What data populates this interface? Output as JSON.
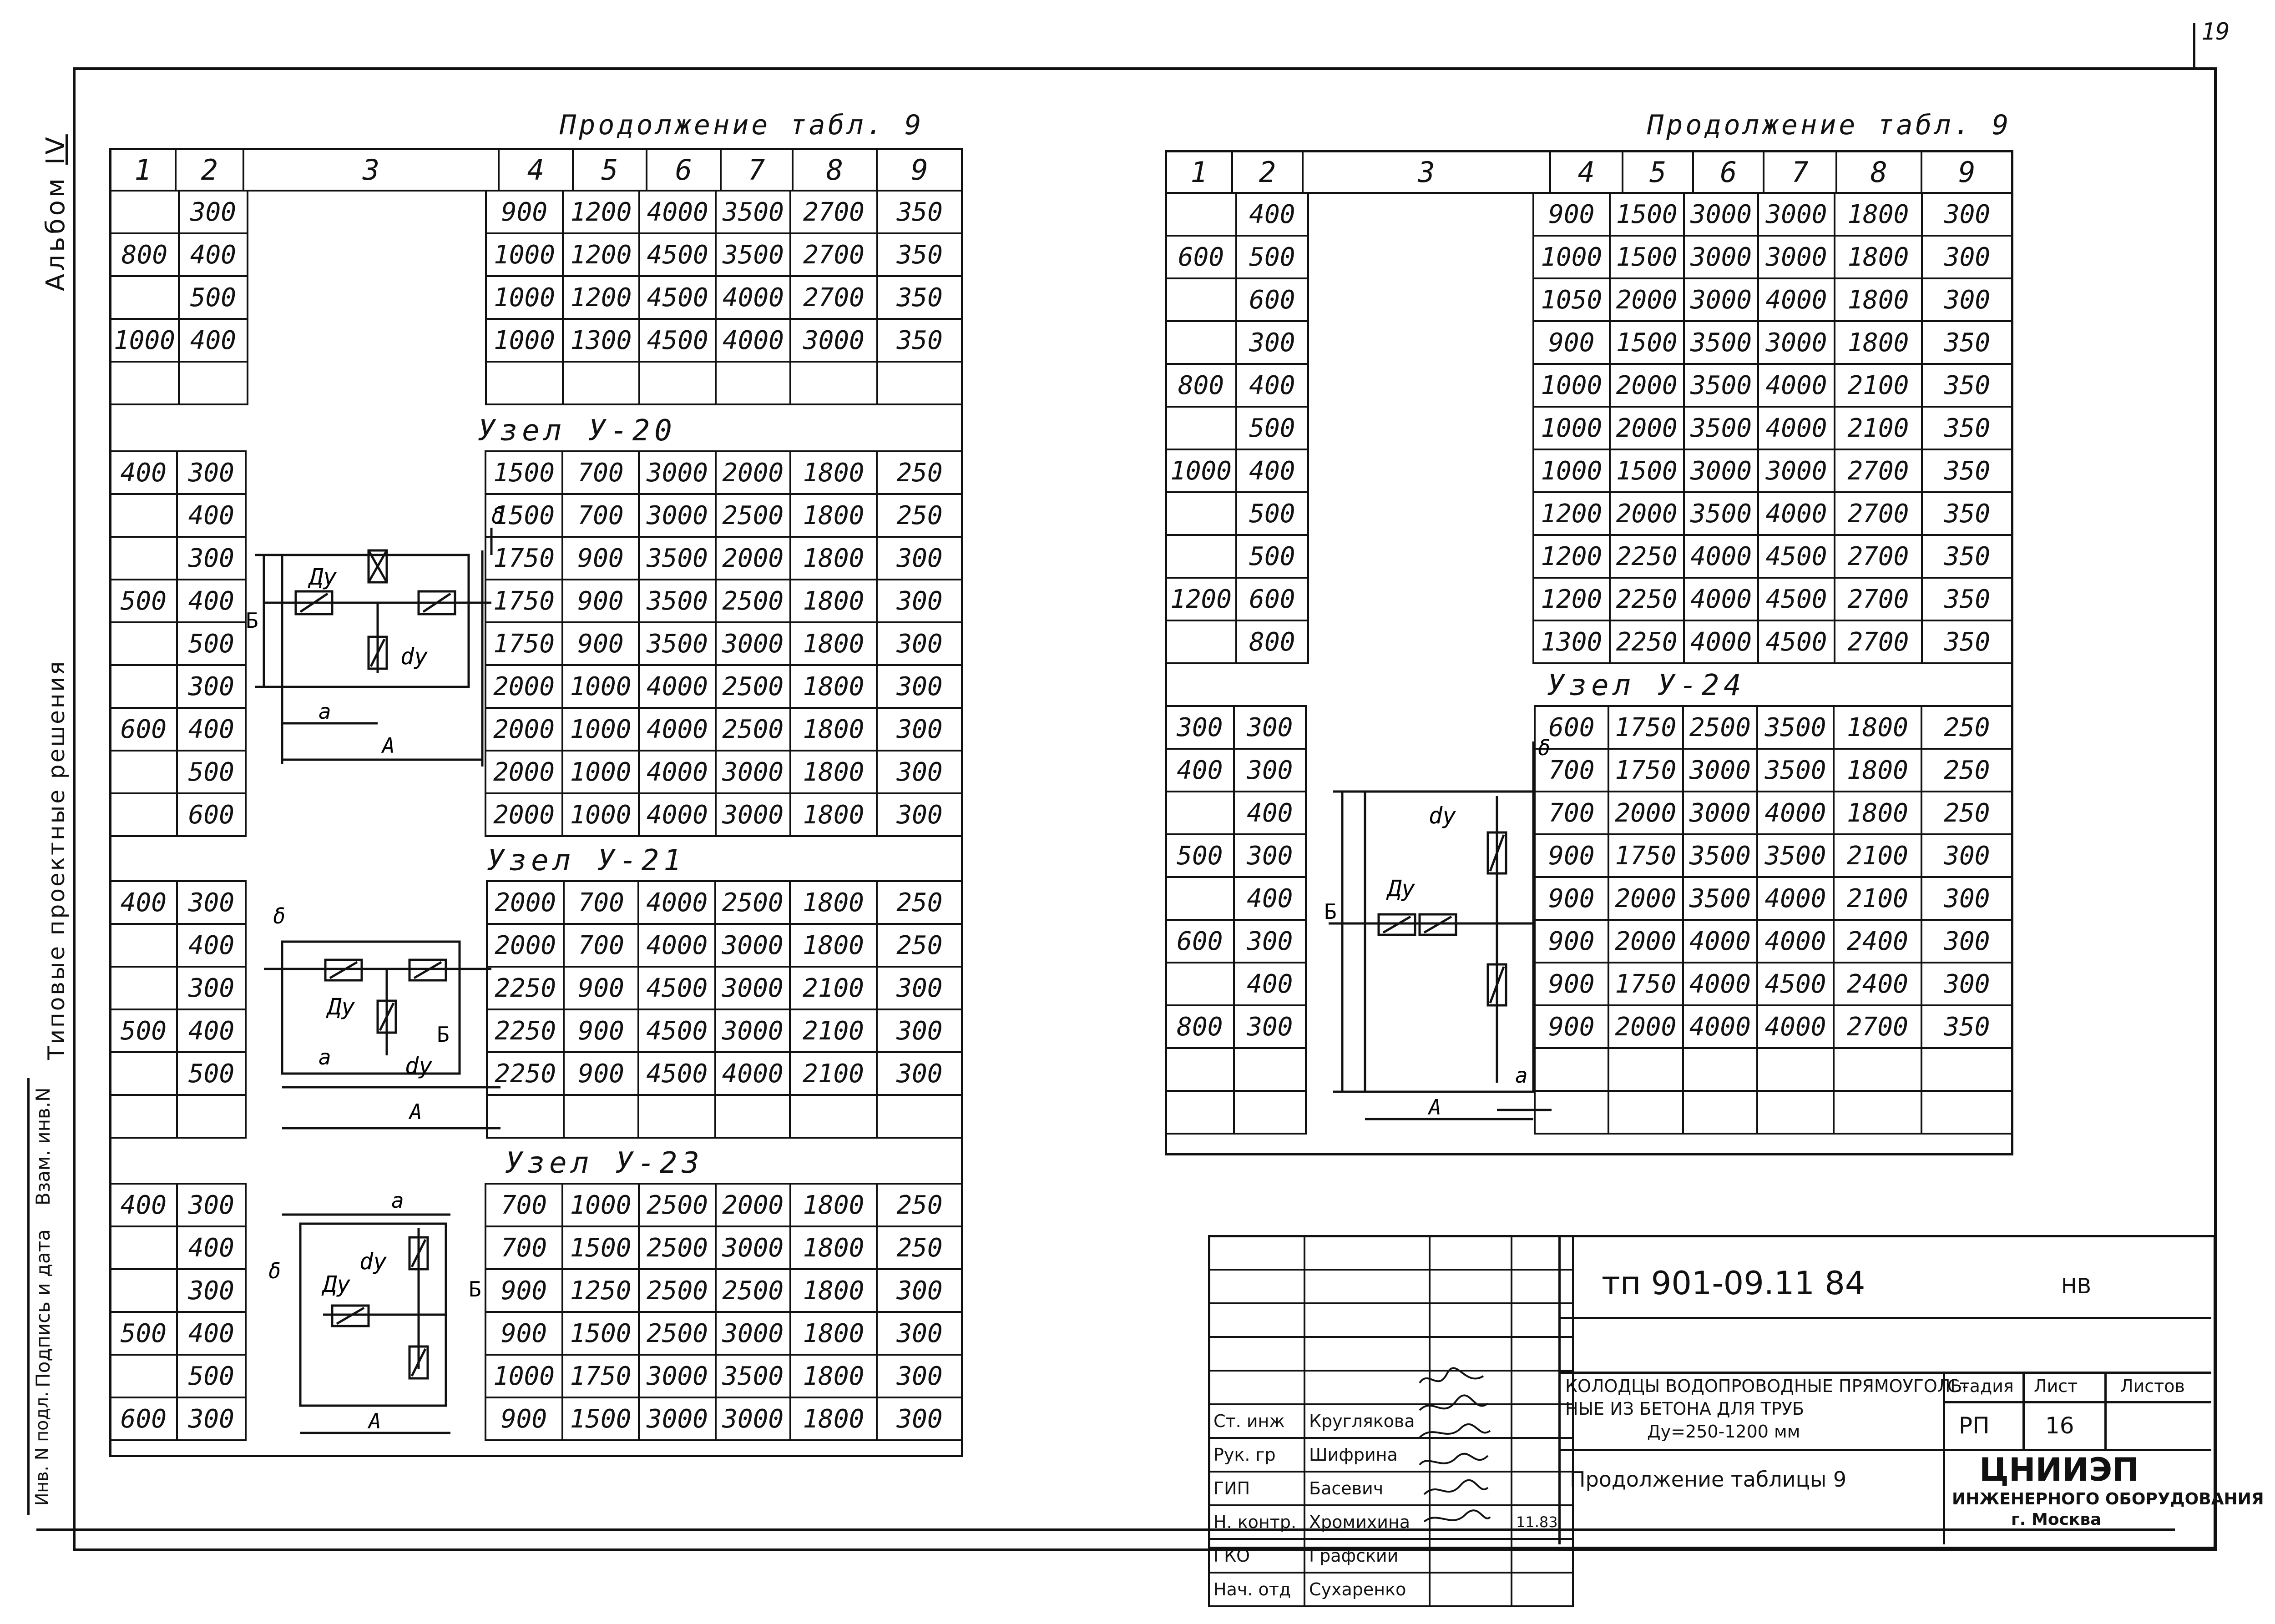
{
  "sheet_corner_number": "19",
  "side": {
    "album": "Альбом",
    "album_num": "IV",
    "series": "Типовые проектные решения",
    "vzam": "Взам. инв.N",
    "podpis": "Подпись и дата",
    "inv": "Инв. N подл."
  },
  "left": {
    "header": "Продолжение табл. 9",
    "columns": [
      "1",
      "2",
      "3",
      "4",
      "5",
      "6",
      "7",
      "8",
      "9"
    ],
    "first_block": [
      [
        "",
        "300",
        "900",
        "1200",
        "4000",
        "3500",
        "2700",
        "350"
      ],
      [
        "800",
        "400",
        "1000",
        "1200",
        "4500",
        "3500",
        "2700",
        "350"
      ],
      [
        "",
        "500",
        "1000",
        "1200",
        "4500",
        "4000",
        "2700",
        "350"
      ],
      [
        "1000",
        "400",
        "1000",
        "1300",
        "4500",
        "4000",
        "3000",
        "350"
      ],
      [
        "",
        "",
        "",
        "",
        "",
        "",
        "",
        ""
      ]
    ],
    "node_u20": {
      "title": "Узел  У-20",
      "rows": [
        [
          "400",
          "300",
          "1500",
          "700",
          "3000",
          "2000",
          "1800",
          "250"
        ],
        [
          "",
          "400",
          "1500",
          "700",
          "3000",
          "2500",
          "1800",
          "250"
        ],
        [
          "",
          "300",
          "1750",
          "900",
          "3500",
          "2000",
          "1800",
          "300"
        ],
        [
          "500",
          "400",
          "1750",
          "900",
          "3500",
          "2500",
          "1800",
          "300"
        ],
        [
          "",
          "500",
          "1750",
          "900",
          "3500",
          "3000",
          "1800",
          "300"
        ],
        [
          "",
          "300",
          "2000",
          "1000",
          "4000",
          "2500",
          "1800",
          "300"
        ],
        [
          "600",
          "400",
          "2000",
          "1000",
          "4000",
          "2500",
          "1800",
          "300"
        ],
        [
          "",
          "500",
          "2000",
          "1000",
          "4000",
          "3000",
          "1800",
          "300"
        ],
        [
          "",
          "600",
          "2000",
          "1000",
          "4000",
          "3000",
          "1800",
          "300"
        ]
      ]
    },
    "node_u21": {
      "title": "Узел У-21",
      "rows": [
        [
          "400",
          "300",
          "2000",
          "700",
          "4000",
          "2500",
          "1800",
          "250"
        ],
        [
          "",
          "400",
          "2000",
          "700",
          "4000",
          "3000",
          "1800",
          "250"
        ],
        [
          "",
          "300",
          "2250",
          "900",
          "4500",
          "3000",
          "2100",
          "300"
        ],
        [
          "500",
          "400",
          "2250",
          "900",
          "4500",
          "3000",
          "2100",
          "300"
        ],
        [
          "",
          "500",
          "2250",
          "900",
          "4500",
          "4000",
          "2100",
          "300"
        ],
        [
          "",
          "",
          "",
          "",
          "",
          "",
          "",
          ""
        ]
      ]
    },
    "node_u23": {
      "title": "Узел У-23",
      "rows": [
        [
          "400",
          "300",
          "700",
          "1000",
          "2500",
          "2000",
          "1800",
          "250"
        ],
        [
          "",
          "400",
          "700",
          "1500",
          "2500",
          "3000",
          "1800",
          "250"
        ],
        [
          "",
          "300",
          "900",
          "1250",
          "2500",
          "2500",
          "1800",
          "300"
        ],
        [
          "500",
          "400",
          "900",
          "1500",
          "2500",
          "3000",
          "1800",
          "300"
        ],
        [
          "",
          "500",
          "1000",
          "1750",
          "3000",
          "3500",
          "1800",
          "300"
        ],
        [
          "600",
          "300",
          "900",
          "1500",
          "3000",
          "3000",
          "1800",
          "300"
        ]
      ]
    }
  },
  "right": {
    "header": "Продолжение табл. 9",
    "columns": [
      "1",
      "2",
      "3",
      "4",
      "5",
      "6",
      "7",
      "8",
      "9"
    ],
    "first_block": [
      [
        "",
        "400",
        "900",
        "1500",
        "3000",
        "3000",
        "1800",
        "300"
      ],
      [
        "600",
        "500",
        "1000",
        "1500",
        "3000",
        "3000",
        "1800",
        "300"
      ],
      [
        "",
        "600",
        "1050",
        "2000",
        "3000",
        "4000",
        "1800",
        "300"
      ],
      [
        "",
        "300",
        "900",
        "1500",
        "3500",
        "3000",
        "1800",
        "350"
      ],
      [
        "800",
        "400",
        "1000",
        "2000",
        "3500",
        "4000",
        "2100",
        "350"
      ],
      [
        "",
        "500",
        "1000",
        "2000",
        "3500",
        "4000",
        "2100",
        "350"
      ],
      [
        "1000",
        "400",
        "1000",
        "1500",
        "3000",
        "3000",
        "2700",
        "350"
      ],
      [
        "",
        "500",
        "1200",
        "2000",
        "3500",
        "4000",
        "2700",
        "350"
      ],
      [
        "",
        "500",
        "1200",
        "2250",
        "4000",
        "4500",
        "2700",
        "350"
      ],
      [
        "1200",
        "600",
        "1200",
        "2250",
        "4000",
        "4500",
        "2700",
        "350"
      ],
      [
        "",
        "800",
        "1300",
        "2250",
        "4000",
        "4500",
        "2700",
        "350"
      ]
    ],
    "node_u24": {
      "title": "Узел  У-24",
      "rows": [
        [
          "300",
          "300",
          "600",
          "1750",
          "2500",
          "3500",
          "1800",
          "250"
        ],
        [
          "400",
          "300",
          "700",
          "1750",
          "3000",
          "3500",
          "1800",
          "250"
        ],
        [
          "",
          "400",
          "700",
          "2000",
          "3000",
          "4000",
          "1800",
          "250"
        ],
        [
          "500",
          "300",
          "900",
          "1750",
          "3500",
          "3500",
          "2100",
          "300"
        ],
        [
          "",
          "400",
          "900",
          "2000",
          "3500",
          "4000",
          "2100",
          "300"
        ],
        [
          "600",
          "300",
          "900",
          "2000",
          "4000",
          "4000",
          "2400",
          "300"
        ],
        [
          "",
          "400",
          "900",
          "1750",
          "4000",
          "4500",
          "2400",
          "300"
        ],
        [
          "800",
          "300",
          "900",
          "2000",
          "4000",
          "4000",
          "2700",
          "350"
        ],
        [
          "",
          "",
          "",
          "",
          "",
          "",
          "",
          ""
        ],
        [
          "",
          "",
          "",
          "",
          "",
          "",
          "",
          ""
        ]
      ]
    }
  },
  "diagram_labels": {
    "Du": "Ду",
    "du": "dу",
    "B": "Б",
    "A": "А",
    "a": "а",
    "delta": "δ"
  },
  "title_block": {
    "code": "тп 901-09.11 84",
    "hv": "НВ",
    "roles": [
      "Ст. инж",
      "Рук. гр",
      "ГИП",
      "Н. контр.",
      "ГКО",
      "Нач. отд"
    ],
    "names": [
      "Круглякова",
      "Шифрина",
      "Басевич",
      "Хромихина",
      "Графский",
      "Сухаренко"
    ],
    "date_mark": "11.83",
    "description": [
      "КОЛОДЦЫ ВОДОПРОВОДНЫЕ ПРЯМОУГОЛЬ-",
      "НЫЕ  ИЗ  БЕТОНА  ДЛЯ  ТРУБ",
      "Ду=250-1200 мм"
    ],
    "sheet_title": "Продолжение  таблицы 9",
    "stage_label": "Стадия",
    "sheet_label": "Лист",
    "sheets_label": "Листов",
    "stage": "РП",
    "sheet": "16",
    "org": "ЦНИИЭП",
    "org_dept": "ИНЖЕНЕРНОГО ОБОРУДОВАНИЯ",
    "org_city": "г. Москва"
  }
}
